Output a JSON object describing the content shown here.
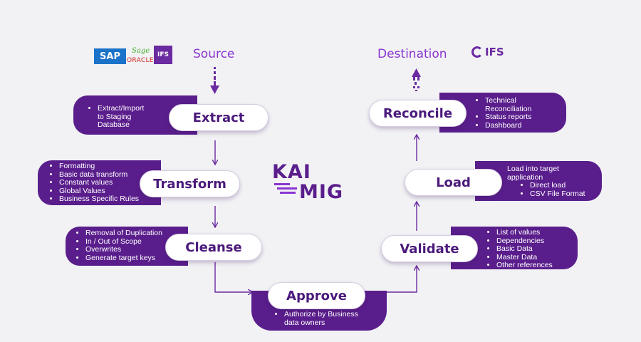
{
  "source": {
    "title": "Source",
    "logos": {
      "sap": "SAP",
      "sage": "Sage",
      "oracle": "ORACLE",
      "ifs": "IFS"
    }
  },
  "destination": {
    "title": "Destination",
    "logo": "IFS"
  },
  "center_logo": {
    "line1": "KAI",
    "line2": "MIG"
  },
  "steps": {
    "extract": {
      "label": "Extract",
      "items": [
        "Extract/Import to Staging Database"
      ]
    },
    "transform": {
      "label": "Transform",
      "items": [
        "Formatting",
        "Basic data transform",
        "Constant values",
        "Global Values",
        "Business Specific Rules"
      ]
    },
    "cleanse": {
      "label": "Cleanse",
      "items": [
        "Removal of Duplication",
        "In / Out of Scope",
        "Overwrites",
        "Generate target keys"
      ]
    },
    "approve": {
      "label": "Approve",
      "items": [
        "Authorize by Business data owners"
      ]
    },
    "validate": {
      "label": "Validate",
      "items": [
        "List of values",
        "Dependencies",
        "Basic Data",
        "Master Data",
        "Other references"
      ]
    },
    "load": {
      "label": "Load",
      "intro": "Load into target application",
      "items": [
        "Direct load",
        "CSV File Format"
      ]
    },
    "reconcile": {
      "label": "Reconcile",
      "items": [
        "Technical Reconciliation",
        "Status reports",
        "Dashboard"
      ]
    }
  },
  "colors": {
    "panel": "#5a1e8c",
    "heading": "#8a35d0",
    "pill_text": "#4b1a7c",
    "arrow": "#6a2aa0"
  }
}
